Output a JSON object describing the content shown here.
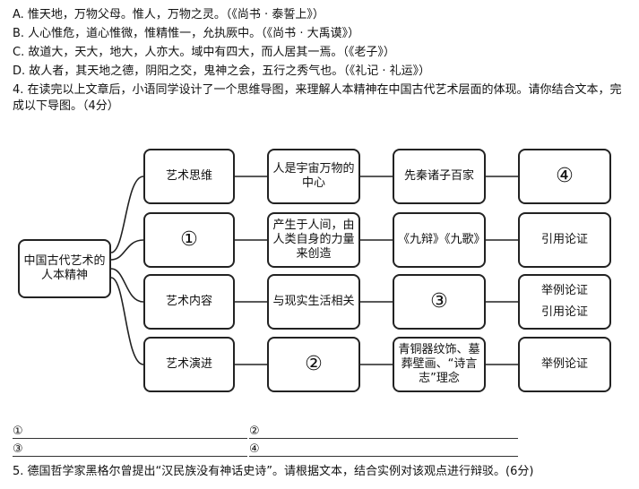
{
  "options": {
    "A": "A. 惟天地，万物父母。惟人，万物之灵。（《尚书 · 泰誓上》）",
    "B": "B. 人心惟危，道心惟微，惟精惟一，允执厥中。（《尚书 · 大禹谟》）",
    "C": "C. 故道大，天大，地大，人亦大。域中有四大，而人居其一焉。（《老子》）",
    "D": "D. 故人者，其天地之德，阴阳之交，鬼神之会，五行之秀气也。（《礼记 · 礼运》）"
  },
  "question4": "4. 在读完以上文章后，小语同学设计了一个思维导图，来理解人本精神在中国古代艺术层面的体现。请你结合文本，完成以下导图。（4分）",
  "mindmap": {
    "root": "中国古代艺术的人本精神",
    "rows": [
      {
        "c1": "艺术思维",
        "c2": "人是宇宙万物的中心",
        "c3": "先秦诸子百家",
        "c4": "④"
      },
      {
        "c1": "①",
        "c2": "产生于人间，由人类自身的力量来创造",
        "c3": "《九辩》《九歌》",
        "c4": "引用论证"
      },
      {
        "c1": "艺术内容",
        "c2": "与现实生活相关",
        "c3": "③",
        "c4": "举例论证\n引用论证"
      },
      {
        "c1": "艺术演进",
        "c2": "②",
        "c3": "青铜器纹饰、墓葬壁画、“诗言志”理念",
        "c4": "举例论证"
      }
    ]
  },
  "blanks": {
    "b1": "①",
    "b2": "②",
    "b3": "③",
    "b4": "④"
  },
  "question5": "5. 德国哲学家黑格尔曾提出“汉民族没有神话史诗”。请根据文本，结合实例对该观点进行辩驳。(6分)"
}
